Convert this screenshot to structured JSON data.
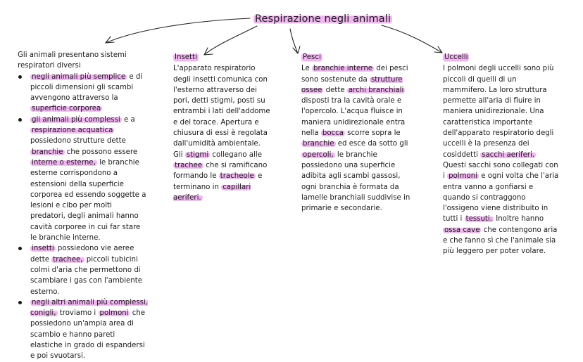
{
  "title": "Respirazione negli animali",
  "intro": {
    "lead": "Gli animali presentano sistemi respiratori diversi",
    "bullets": [
      [
        {
          "t": "negli animali più semplice",
          "h": true
        },
        {
          "t": " e di piccoli dimensioni gli scambi avvengono attraverso la "
        },
        {
          "t": "superficie corporea",
          "h": true
        }
      ],
      [
        {
          "t": "gli animali più complessi",
          "h": true
        },
        {
          "t": " e a "
        },
        {
          "t": "respirazione acquatica",
          "h": true
        },
        {
          "t": " possiedono strutture dette "
        },
        {
          "t": "branchie",
          "h": true
        },
        {
          "t": " che possono essere "
        },
        {
          "t": "interne o esterne,",
          "h": true
        },
        {
          "t": " le branchie esterne corrispondono a estensioni della superficie corporea ed essendo soggette a lesioni e cibo per molti predatori, degli animali hanno cavità corporee in cui far stare le branchie interne."
        }
      ],
      [
        {
          "t": " insetti",
          "h": true
        },
        {
          "t": " possiedono vie aeree dette "
        },
        {
          "t": "trachee,",
          "h": true
        },
        {
          "t": " piccoli tubicini colmi d'aria che permettono di scambiare i gas con l'ambiente esterno."
        }
      ],
      [
        {
          "t": "negli altri animali più complessi, conigli,",
          "h": true
        },
        {
          "t": " troviamo i "
        },
        {
          "t": "polmoni",
          "h": true
        },
        {
          "t": " che possiedono un'ampia area di scambio e hanno pareti elastiche in grado di espandersi e poi svuotarsi."
        }
      ]
    ]
  },
  "insetti": {
    "heading": "Insetti",
    "body": [
      {
        "t": "L'apparato respiratorio degli insetti comunica con l'esterno attraverso dei pori, detti stigmi, posti su entrambi i lati dell'addome e del torace. Apertura e chiusura di essi è regolata dall'umidità ambientale. Gli "
      },
      {
        "t": "stigmi",
        "h": true
      },
      {
        "t": " collegano alle "
      },
      {
        "t": "trachee",
        "h": true
      },
      {
        "t": " che si ramificano formando le "
      },
      {
        "t": "tracheole",
        "h": true
      },
      {
        "t": " e terminano in "
      },
      {
        "t": "capillari aeriferi.",
        "h": true
      }
    ]
  },
  "pesci": {
    "heading": "Pesci",
    "body": [
      {
        "t": "Le "
      },
      {
        "t": "branchie interne",
        "h": true
      },
      {
        "t": " dei pesci sono sostenute da "
      },
      {
        "t": "strutture ossee",
        "h": true
      },
      {
        "t": " dette "
      },
      {
        "t": "archi branchiali",
        "h": true
      },
      {
        "t": " disposti tra la cavità orale e l'opercolo. L'acqua fluisce in maniera unidirezionale entra nella "
      },
      {
        "t": "bocca",
        "h": true
      },
      {
        "t": " scorre sopra le "
      },
      {
        "t": "branchie",
        "h": true
      },
      {
        "t": " ed esce da sotto gli "
      },
      {
        "t": "opercoli,",
        "h": true
      },
      {
        "t": " le branchie possiedono una superficie adibita agli scambi gassosi, ogni branchia è formata da lamelle branchiali suddivise in primarie e secondarie."
      }
    ]
  },
  "uccelli": {
    "heading": "Uccelli",
    "body": [
      {
        "t": "I polmoni degli uccelli sono più piccoli di quelli di un mammifero. La loro struttura permette all'aria di fluire in maniera unidirezionale. Una caratteristica importante dell'apparato respiratorio degli uccelli è la presenza dei cosiddetti "
      },
      {
        "t": "sacchi aeriferi.",
        "h": true
      },
      {
        "t": " Questi sacchi sono collegati con i "
      },
      {
        "t": "polmoni",
        "h": true
      },
      {
        "t": " e ogni volta che l'aria entra vanno a gonfiarsi e quando si contraggono l'ossigeno viene distribuito in tutti i "
      },
      {
        "t": "tessuti.",
        "h": true
      },
      {
        "t": " Inoltre hanno "
      },
      {
        "t": "ossa cave",
        "h": true
      },
      {
        "t": " che contengono aria e che fanno sì che l'animale sia più leggero per poter volare."
      }
    ]
  },
  "colors": {
    "highlight": "#efb6ef",
    "text": "#1a1a1a",
    "arrow": "#222222"
  }
}
